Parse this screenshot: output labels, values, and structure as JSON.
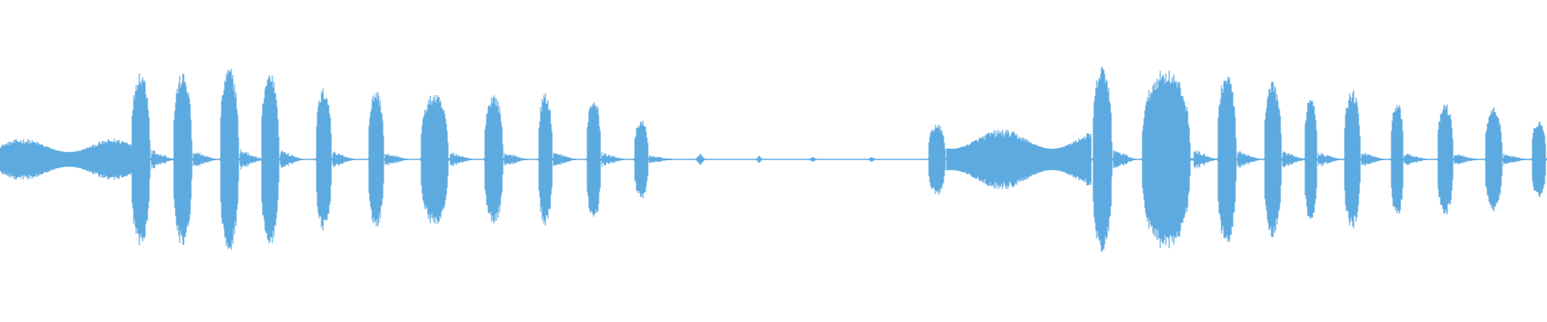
{
  "waveform": {
    "color": "#5DAAE0",
    "segments": [
      {
        "start": 0.0,
        "end": 0.085,
        "amp": 0.22,
        "kind": "noise"
      },
      {
        "start": 0.085,
        "end": 0.098,
        "amp": 0.95,
        "kind": "burst"
      },
      {
        "start": 0.112,
        "end": 0.125,
        "amp": 0.92,
        "kind": "burst"
      },
      {
        "start": 0.142,
        "end": 0.155,
        "amp": 0.98,
        "kind": "burst"
      },
      {
        "start": 0.169,
        "end": 0.181,
        "amp": 0.94,
        "kind": "burst"
      },
      {
        "start": 0.204,
        "end": 0.215,
        "amp": 0.76,
        "kind": "burst"
      },
      {
        "start": 0.238,
        "end": 0.249,
        "amp": 0.74,
        "kind": "burst"
      },
      {
        "start": 0.272,
        "end": 0.291,
        "amp": 0.7,
        "kind": "burst"
      },
      {
        "start": 0.313,
        "end": 0.326,
        "amp": 0.7,
        "kind": "burst"
      },
      {
        "start": 0.348,
        "end": 0.358,
        "amp": 0.7,
        "kind": "burst"
      },
      {
        "start": 0.379,
        "end": 0.389,
        "amp": 0.66,
        "kind": "burst"
      },
      {
        "start": 0.41,
        "end": 0.42,
        "amp": 0.42,
        "kind": "burst"
      },
      {
        "start": 0.45,
        "end": 0.455,
        "amp": 0.06,
        "kind": "blip"
      },
      {
        "start": 0.489,
        "end": 0.492,
        "amp": 0.04,
        "kind": "blip"
      },
      {
        "start": 0.524,
        "end": 0.527,
        "amp": 0.03,
        "kind": "blip"
      },
      {
        "start": 0.562,
        "end": 0.565,
        "amp": 0.03,
        "kind": "blip"
      },
      {
        "start": 0.6,
        "end": 0.612,
        "amp": 0.38,
        "kind": "burst"
      },
      {
        "start": 0.612,
        "end": 0.705,
        "amp": 0.32,
        "kind": "noise"
      },
      {
        "start": 0.706,
        "end": 0.72,
        "amp": 1.0,
        "kind": "burst"
      },
      {
        "start": 0.738,
        "end": 0.772,
        "amp": 0.96,
        "kind": "burst"
      },
      {
        "start": 0.787,
        "end": 0.8,
        "amp": 0.92,
        "kind": "burst"
      },
      {
        "start": 0.817,
        "end": 0.829,
        "amp": 0.82,
        "kind": "burst"
      },
      {
        "start": 0.843,
        "end": 0.852,
        "amp": 0.7,
        "kind": "burst"
      },
      {
        "start": 0.869,
        "end": 0.88,
        "amp": 0.74,
        "kind": "burst"
      },
      {
        "start": 0.899,
        "end": 0.908,
        "amp": 0.62,
        "kind": "burst"
      },
      {
        "start": 0.929,
        "end": 0.94,
        "amp": 0.6,
        "kind": "burst"
      },
      {
        "start": 0.96,
        "end": 0.972,
        "amp": 0.56,
        "kind": "burst"
      },
      {
        "start": 0.99,
        "end": 1.0,
        "amp": 0.42,
        "kind": "burst"
      }
    ]
  }
}
